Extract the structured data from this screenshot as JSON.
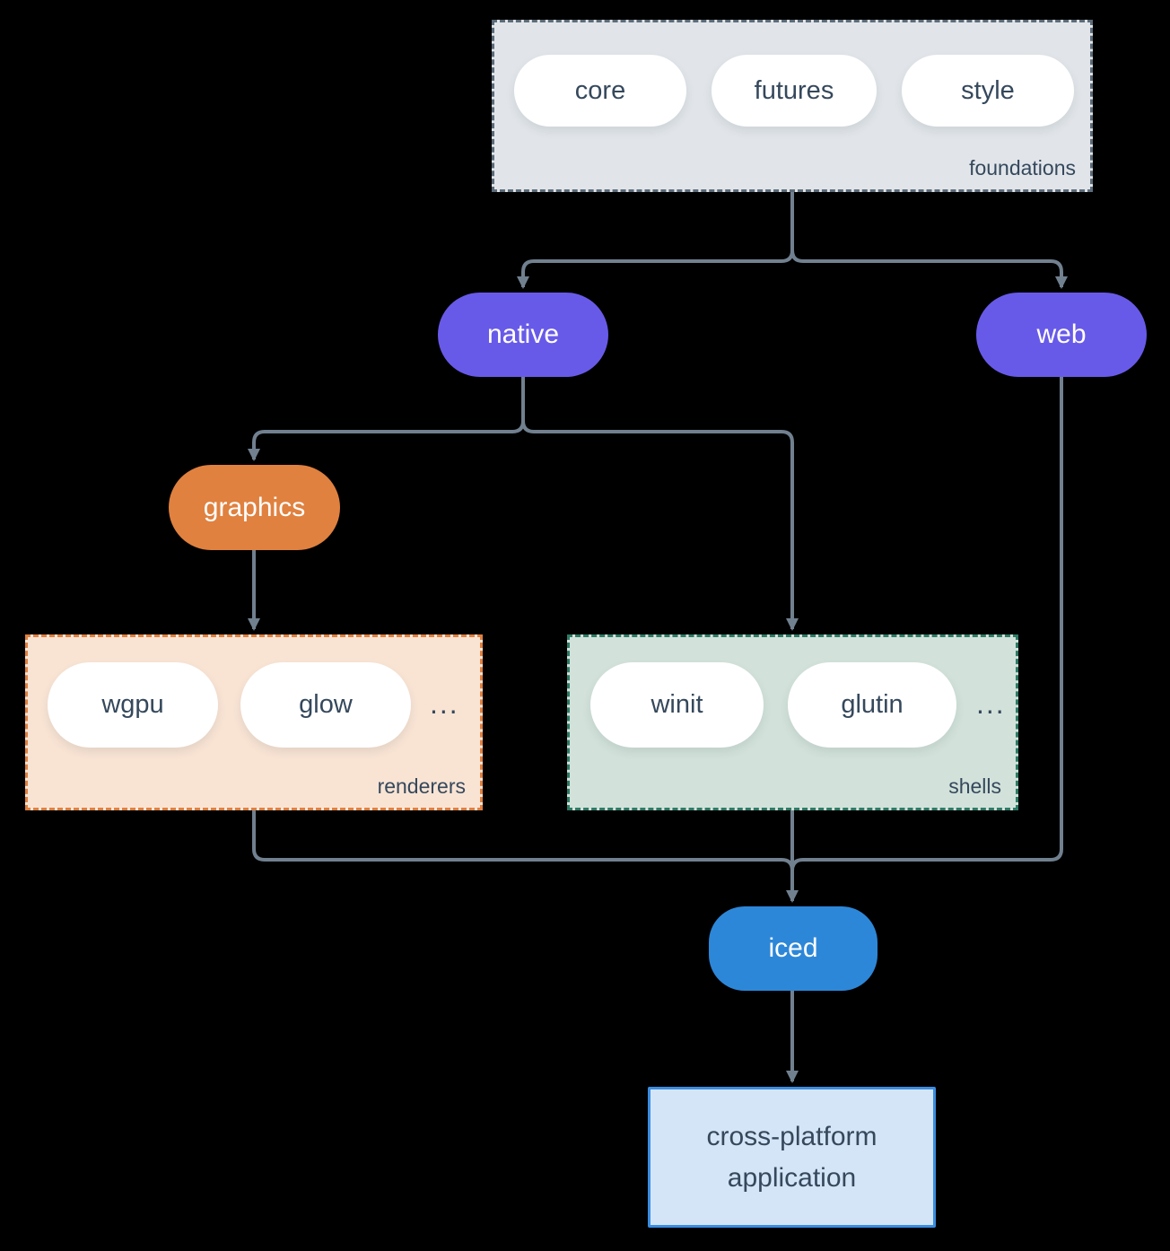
{
  "colors": {
    "background": "#000000",
    "arrow": "#71808f",
    "node_purple": "#685ae8",
    "node_orange": "#e0813f",
    "node_blue": "#2d87d8",
    "pill_text": "#35485c",
    "foundations_fill": "#e1e5e9",
    "foundations_border": "#5c6b79",
    "renderers_fill": "#f9e4d4",
    "renderers_border": "#e08040",
    "shells_fill": "#d2e2da",
    "shells_border": "#2e7a65",
    "application_fill": "#d4e5f7",
    "application_border": "#3b8de0"
  },
  "foundations": {
    "label": "foundations",
    "items": [
      "core",
      "futures",
      "style"
    ]
  },
  "nodes": {
    "native": "native",
    "web": "web",
    "graphics": "graphics",
    "iced": "iced"
  },
  "renderers": {
    "label": "renderers",
    "items": [
      "wgpu",
      "glow"
    ],
    "ellipsis": "..."
  },
  "shells": {
    "label": "shells",
    "items": [
      "winit",
      "glutin"
    ],
    "ellipsis": "..."
  },
  "application": {
    "line1": "cross-platform",
    "line2": "application"
  }
}
